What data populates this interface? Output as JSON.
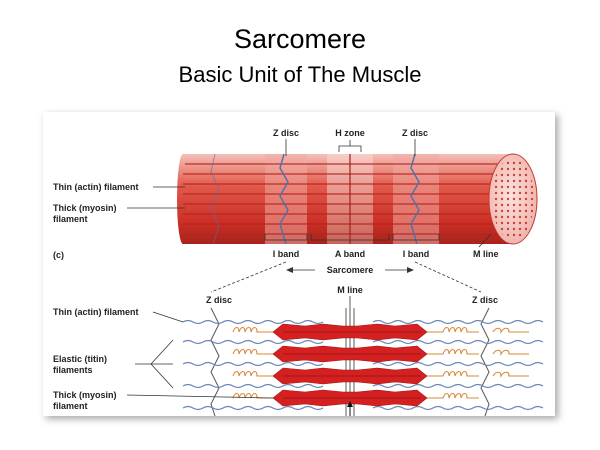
{
  "slide": {
    "title": "Sarcomere",
    "subtitle": "Basic Unit of The Muscle"
  },
  "figure": {
    "panel_label": "(c)",
    "top": {
      "z_disc_left": "Z disc",
      "h_zone": "H zone",
      "z_disc_right": "Z disc",
      "thin_filament": "Thin (actin) filament",
      "thick_filament_line1": "Thick (myosin)",
      "thick_filament_line2": "filament",
      "i_band_left": "I band",
      "a_band": "A band",
      "i_band_right": "I band",
      "m_line": "M line",
      "sarcomere": "Sarcomere"
    },
    "bottom": {
      "z_disc_left": "Z disc",
      "m_line": "M line",
      "z_disc_right": "Z disc",
      "thin_filament": "Thin (actin) filament",
      "titin_line1": "Elastic (titin)",
      "titin_line2": "filaments",
      "thick_line1": "Thick (myosin)",
      "thick_line2": "filament"
    }
  },
  "colors": {
    "muscle_red": "#d9352b",
    "muscle_pink": "#eda39b",
    "myosin_red": "#d42020",
    "actin_blue": "#6c86b8",
    "titin_orange": "#d9883a"
  }
}
